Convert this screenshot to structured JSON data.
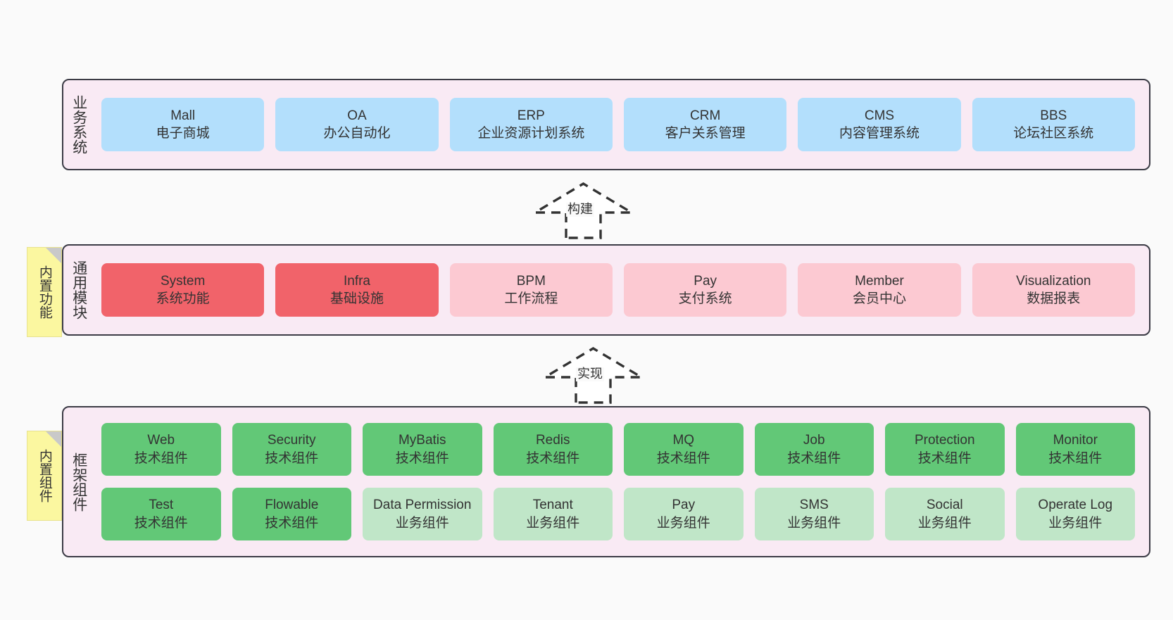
{
  "diagram": {
    "background_color": "#fafafa",
    "panel_background": "#f9eaf4",
    "panel_border": "#3b3b45"
  },
  "layers": [
    {
      "id": "business-systems",
      "title": "业务系统",
      "sticky": null,
      "rows": [
        {
          "cards": [
            {
              "l1": "Mall",
              "l2": "电子商城",
              "color": "#b3dffc"
            },
            {
              "l1": "OA",
              "l2": "办公自动化",
              "color": "#b3dffc"
            },
            {
              "l1": "ERP",
              "l2": "企业资源计划系统",
              "color": "#b3dffc"
            },
            {
              "l1": "CRM",
              "l2": "客户关系管理",
              "color": "#b3dffc"
            },
            {
              "l1": "CMS",
              "l2": "内容管理系统",
              "color": "#b3dffc"
            },
            {
              "l1": "BBS",
              "l2": "论坛社区系统",
              "color": "#b3dffc"
            }
          ]
        }
      ]
    },
    {
      "id": "common-modules",
      "title": "通用模块",
      "sticky": "内置功能",
      "rows": [
        {
          "cards": [
            {
              "l1": "System",
              "l2": "系统功能",
              "color": "#f1636a"
            },
            {
              "l1": "Infra",
              "l2": "基础设施",
              "color": "#f1636a"
            },
            {
              "l1": "BPM",
              "l2": "工作流程",
              "color": "#fcc9d2"
            },
            {
              "l1": "Pay",
              "l2": "支付系统",
              "color": "#fcc9d2"
            },
            {
              "l1": "Member",
              "l2": "会员中心",
              "color": "#fcc9d2"
            },
            {
              "l1": "Visualization",
              "l2": "数据报表",
              "color": "#fcc9d2"
            }
          ]
        }
      ]
    },
    {
      "id": "framework-components",
      "title": "框架组件",
      "sticky": "内置组件",
      "rows": [
        {
          "cards": [
            {
              "l1": "Web",
              "l2": "技术组件",
              "color": "#62c877"
            },
            {
              "l1": "Security",
              "l2": "技术组件",
              "color": "#62c877"
            },
            {
              "l1": "MyBatis",
              "l2": "技术组件",
              "color": "#62c877"
            },
            {
              "l1": "Redis",
              "l2": "技术组件",
              "color": "#62c877"
            },
            {
              "l1": "MQ",
              "l2": "技术组件",
              "color": "#62c877"
            },
            {
              "l1": "Job",
              "l2": "技术组件",
              "color": "#62c877"
            },
            {
              "l1": "Protection",
              "l2": "技术组件",
              "color": "#62c877"
            },
            {
              "l1": "Monitor",
              "l2": "技术组件",
              "color": "#62c877"
            }
          ]
        },
        {
          "cards": [
            {
              "l1": "Test",
              "l2": "技术组件",
              "color": "#62c877"
            },
            {
              "l1": "Flowable",
              "l2": "技术组件",
              "color": "#62c877"
            },
            {
              "l1": "Data Permission",
              "l2": "业务组件",
              "color": "#c0e6c8"
            },
            {
              "l1": "Tenant",
              "l2": "业务组件",
              "color": "#c0e6c8"
            },
            {
              "l1": "Pay",
              "l2": "业务组件",
              "color": "#c0e6c8"
            },
            {
              "l1": "SMS",
              "l2": "业务组件",
              "color": "#c0e6c8"
            },
            {
              "l1": "Social",
              "l2": "业务组件",
              "color": "#c0e6c8"
            },
            {
              "l1": "Operate Log",
              "l2": "业务组件",
              "color": "#c0e6c8"
            }
          ]
        }
      ]
    }
  ],
  "arrows": [
    {
      "id": "arrow-build",
      "label": "构建"
    },
    {
      "id": "arrow-implement",
      "label": "实现"
    }
  ]
}
